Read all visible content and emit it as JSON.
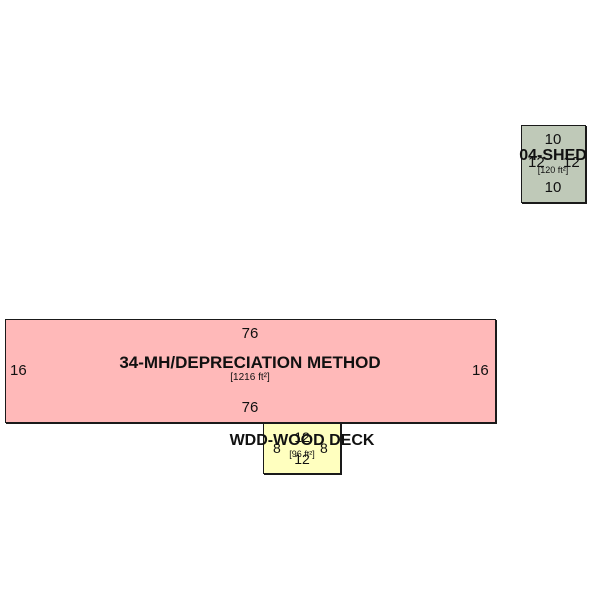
{
  "shapes": {
    "shed": {
      "name": "04-SHED",
      "area": "[120 ft²]",
      "dim_top": "10",
      "dim_bottom": "10",
      "dim_left": "12",
      "dim_right": "12",
      "fill": "#bfc9b8"
    },
    "main": {
      "name": "34-MH/DEPRECIATION METHOD",
      "area": "[1216 ft²]",
      "dim_top": "76",
      "dim_bottom": "76",
      "dim_left": "16",
      "dim_right": "16",
      "fill": "#ffb9b9"
    },
    "deck": {
      "name": "WDD-WOOD DECK",
      "area": "[96 ft²]",
      "dim_top": "12",
      "dim_bottom": "12",
      "dim_left": "8",
      "dim_right": "8",
      "fill": "#ffffbf"
    }
  }
}
